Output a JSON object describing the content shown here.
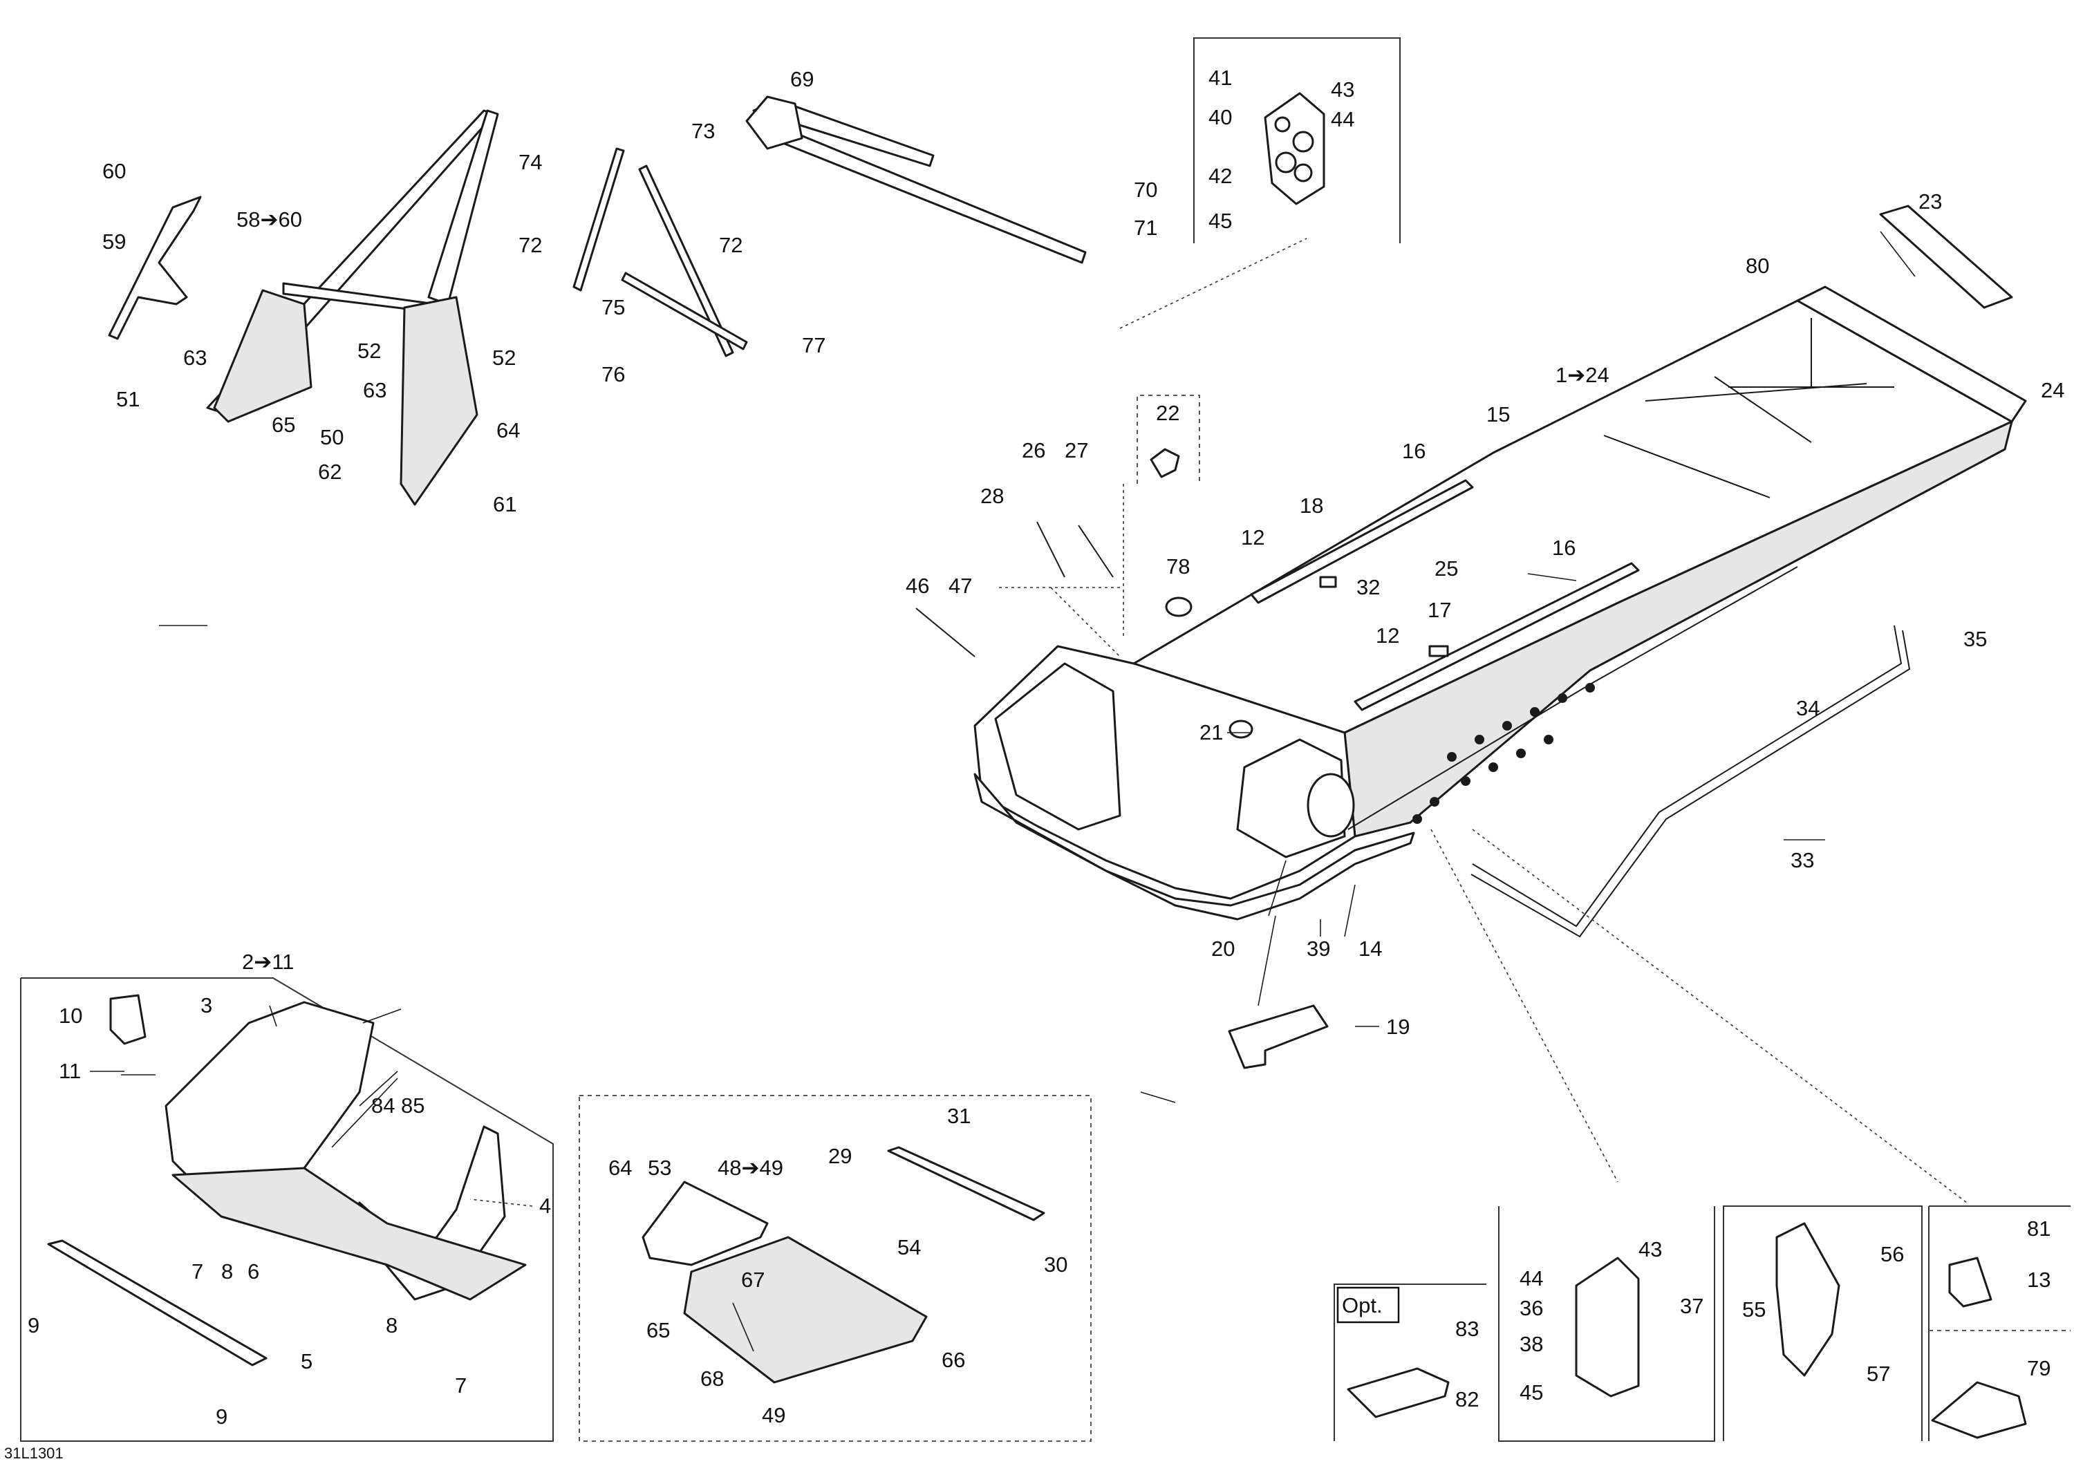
{
  "drawing_code": "31L1301",
  "option_label": "Opt.",
  "labels": {
    "l1_24": "1➔24",
    "l2_11": "2➔11",
    "l3": "3",
    "l4": "4",
    "l5": "5",
    "l6": "6",
    "l7a": "7",
    "l7b": "7",
    "l8a": "8",
    "l8b": "8",
    "l9a": "9",
    "l9b": "9",
    "l10": "10",
    "l11": "11",
    "l12a": "12",
    "l12b": "12",
    "l13": "13",
    "l14": "14",
    "l15": "15",
    "l16a": "16",
    "l16b": "16",
    "l17": "17",
    "l18": "18",
    "l19": "19",
    "l20": "20",
    "l21": "21",
    "l22": "22",
    "l23": "23",
    "l24": "24",
    "l25": "25",
    "l26": "26",
    "l27": "27",
    "l28": "28",
    "l29": "29",
    "l30": "30",
    "l31": "31",
    "l32": "32",
    "l33": "33",
    "l34": "34",
    "l35": "35",
    "l36": "36",
    "l37": "37",
    "l38": "38",
    "l39": "39",
    "l40": "40",
    "l41": "41",
    "l42": "42",
    "l43a": "43",
    "l43b": "43",
    "l44a": "44",
    "l44b": "44",
    "l45a": "45",
    "l45b": "45",
    "l46": "46",
    "l47": "47",
    "l48_49": "48➔49",
    "l49": "49",
    "l50": "50",
    "l51": "51",
    "l52a": "52",
    "l52b": "52",
    "l53": "53",
    "l54": "54",
    "l55": "55",
    "l56": "56",
    "l57": "57",
    "l58_60": "58➔60",
    "l59": "59",
    "l60": "60",
    "l61": "61",
    "l62": "62",
    "l63a": "63",
    "l63b": "63",
    "l64a": "64",
    "l64b": "64",
    "l65a": "65",
    "l65b": "65",
    "l66": "66",
    "l67": "67",
    "l68": "68",
    "l69": "69",
    "l70": "70",
    "l71": "71",
    "l72a": "72",
    "l72b": "72",
    "l73": "73",
    "l74": "74",
    "l75": "75",
    "l76": "76",
    "l77": "77",
    "l78": "78",
    "l79": "79",
    "l80": "80",
    "l81": "81",
    "l82": "82",
    "l83": "83",
    "l84": "84",
    "l85": "85"
  }
}
